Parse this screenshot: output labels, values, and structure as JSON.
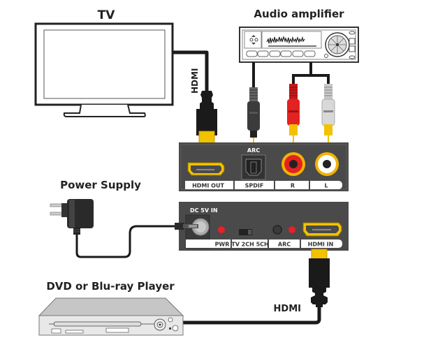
{
  "title_tv": "TV",
  "title_amp": "Audio amplifier",
  "title_power": "Power Supply",
  "title_player": "DVD or Blu-ray Player",
  "cable_hdmi_top": "HDMI",
  "cable_hdmi_bottom": "HDMI",
  "output_panel": {
    "arc_label": "ARC",
    "ports": [
      "HDMI OUT",
      "SPDIF",
      "R",
      "L"
    ]
  },
  "input_panel": {
    "dc_label": "DC 5V IN",
    "ports": [
      "PWR",
      "TV 2CH 5CH",
      "ARC",
      "HDMI IN"
    ]
  },
  "colors": {
    "panel": "#4a4a4a",
    "hdmi_gold": "#f2c200",
    "rca_red": "#e32222",
    "rca_white": "#ffffff",
    "led_red": "#e8202a",
    "cable": "#1a1a1a"
  }
}
